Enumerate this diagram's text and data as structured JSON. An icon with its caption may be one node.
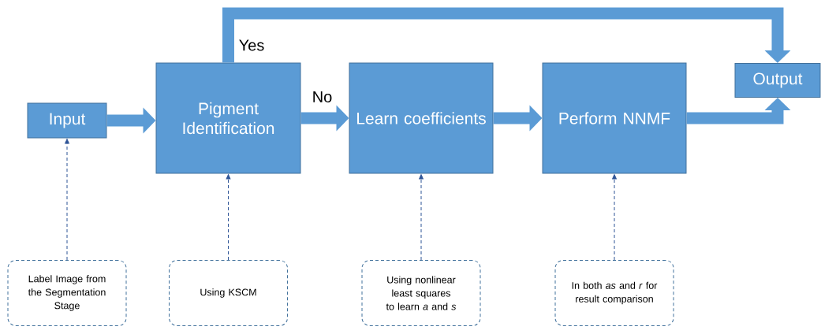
{
  "diagram": {
    "nodes": [
      {
        "text": [
          "Input"
        ]
      },
      {
        "text": [
          "Pigment Identification"
        ]
      },
      {
        "text": [
          "Learn coefficients"
        ]
      },
      {
        "text": [
          "Perform NNMF"
        ]
      },
      {
        "text": [
          "Output"
        ]
      },
      {
        "text": [
          "Label Image from the Segmentation Stage"
        ]
      },
      {
        "text": [
          "Using KSCM"
        ]
      },
      {
        "text": [
          "Using nonlinear least squares to learn *a* and *s*"
        ]
      },
      {
        "text": [
          "In both *as* and *r* for result comparison"
        ]
      }
    ],
    "edges": [
      {
        "from": 0,
        "to": 1,
        "arrow": "to"
      },
      {
        "from": 1,
        "to": 2,
        "arrow": "to",
        "label": "No"
      },
      {
        "from": 2,
        "to": 3,
        "arrow": "to"
      },
      {
        "from": 3,
        "to": 4,
        "arrow": "to"
      },
      {
        "from": 1,
        "to": 4,
        "arrow": "to",
        "label": "Yes"
      },
      {
        "from": 5,
        "to": 0,
        "arrow": "to",
        "style": "dashed",
        "color": "#2f5597"
      },
      {
        "from": 6,
        "to": 1,
        "arrow": "to",
        "style": "dashed",
        "color": "#2f5597"
      },
      {
        "from": 7,
        "to": 2,
        "arrow": "to",
        "style": "dashed",
        "color": "#2f5597"
      },
      {
        "from": 8,
        "to": 3,
        "arrow": "to",
        "style": "dashed",
        "color": "#2f5597"
      }
    ]
  }
}
